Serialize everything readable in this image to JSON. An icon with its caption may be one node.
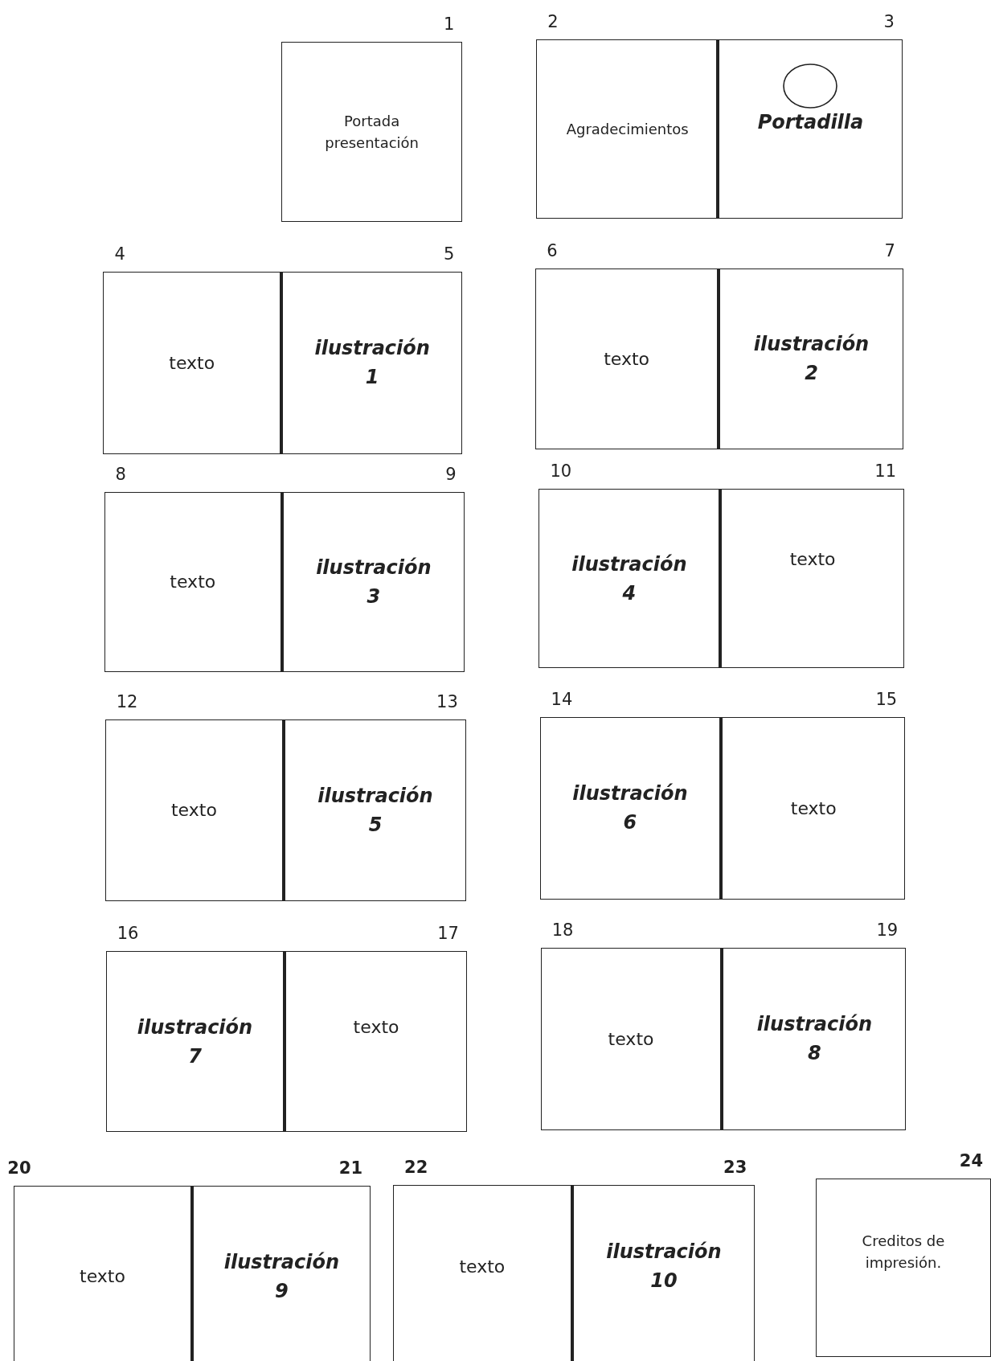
{
  "diagram": {
    "nodes": [
      {
        "text": [
          "Portada presentación"
        ],
        "beside": [
          "1"
        ]
      },
      {
        "text": [
          "Agradecimientos"
        ],
        "beside": [
          "2"
        ]
      },
      {
        "text": [
          "Portadilla"
        ],
        "beside": [
          "3"
        ]
      },
      {
        "text": [],
        "shape": "circle",
        "in": 2
      },
      {
        "text": [
          "texto"
        ],
        "beside": [
          "4"
        ]
      },
      {
        "text": [
          "ilustración 1"
        ],
        "beside": [
          "5"
        ]
      },
      {
        "text": [
          "texto"
        ],
        "beside": [
          "6"
        ]
      },
      {
        "text": [
          "ilustración 2"
        ],
        "beside": [
          "7"
        ]
      },
      {
        "text": [
          "texto"
        ],
        "beside": [
          "8"
        ]
      },
      {
        "text": [
          "ilustración 3"
        ],
        "beside": [
          "9"
        ]
      },
      {
        "text": [
          "ilustración 4"
        ],
        "beside": [
          "10"
        ]
      },
      {
        "text": [
          "texto"
        ],
        "beside": [
          "11"
        ]
      },
      {
        "text": [
          "texto"
        ],
        "beside": [
          "12"
        ]
      },
      {
        "text": [
          "ilustración 5"
        ],
        "beside": [
          "13"
        ]
      },
      {
        "text": [
          "ilustración 6"
        ],
        "beside": [
          "14"
        ]
      },
      {
        "text": [
          "texto"
        ],
        "beside": [
          "15"
        ]
      },
      {
        "text": [
          "ilustración 7"
        ],
        "beside": [
          "16"
        ]
      },
      {
        "text": [
          "texto"
        ],
        "beside": [
          "17"
        ]
      },
      {
        "text": [
          "texto"
        ],
        "beside": [
          "18"
        ]
      },
      {
        "text": [
          "ilustración 8"
        ],
        "beside": [
          "19"
        ]
      },
      {
        "text": [
          "texto"
        ],
        "beside": [
          "20"
        ]
      },
      {
        "text": [
          "ilustración 9"
        ],
        "beside": [
          "21"
        ]
      },
      {
        "text": [
          "texto"
        ],
        "beside": [
          "22"
        ]
      },
      {
        "text": [
          "ilustración 10"
        ],
        "beside": [
          "23"
        ]
      },
      {
        "text": [
          "Creditos de impresión."
        ],
        "beside": [
          "24"
        ]
      }
    ]
  }
}
